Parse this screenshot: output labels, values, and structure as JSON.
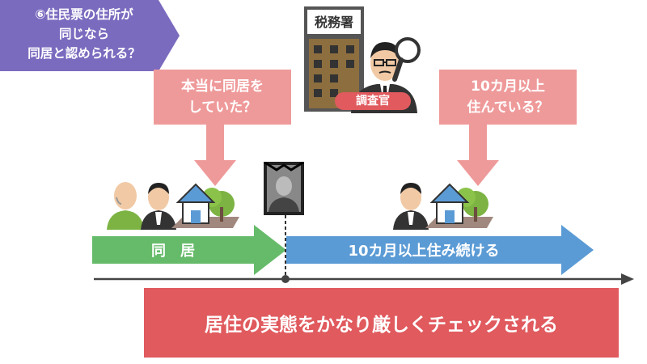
{
  "title_tag": {
    "lines": [
      "⑥住民票の住所が",
      "同じなら",
      "同居と認められる？"
    ],
    "color": "#7b6bbf"
  },
  "callouts": {
    "left": [
      "本当に同居を",
      "していた？"
    ],
    "right": [
      "10カ月以上",
      "住んでいる？"
    ],
    "color": "#ef9a9a"
  },
  "tax_office": {
    "sign": "税務署",
    "inspector_label": "調査官",
    "label_color": "#e05a5e"
  },
  "timeline": {
    "cohabit_label": "同　居",
    "cohabit_color": "#66bb6a",
    "live_label": "10カ月以上住み続ける",
    "live_color": "#5b9bd5"
  },
  "conclusion": {
    "text": "居住の実態をかなり厳しくチェックされる",
    "color": "#e05a5e"
  },
  "icons": [
    "elderly-man-icon",
    "man-icon",
    "house-icon",
    "memorial-portrait-icon",
    "tax-office-building-icon",
    "inspector-icon",
    "magnifier-icon"
  ]
}
